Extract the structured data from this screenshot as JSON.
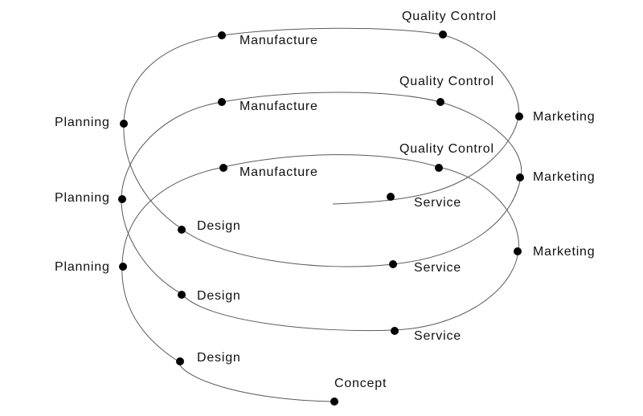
{
  "diagram": {
    "line_color": "#5a5a5a",
    "dot_color": "#000000",
    "start_label": "Concept",
    "loops": [
      {
        "nodes": {
          "design": "Design",
          "planning": "Planning",
          "manufacture": "Manufacture",
          "quality_control": "Quality Control",
          "marketing": "Marketing",
          "service": "Service"
        }
      },
      {
        "nodes": {
          "design": "Design",
          "planning": "Planning",
          "manufacture": "Manufacture",
          "quality_control": "Quality Control",
          "marketing": "Marketing",
          "service": "Service"
        }
      },
      {
        "nodes": {
          "design": "Design",
          "planning": "Planning",
          "manufacture": "Manufacture",
          "quality_control": "Quality Control",
          "marketing": "Marketing",
          "service": "Service"
        }
      }
    ]
  }
}
